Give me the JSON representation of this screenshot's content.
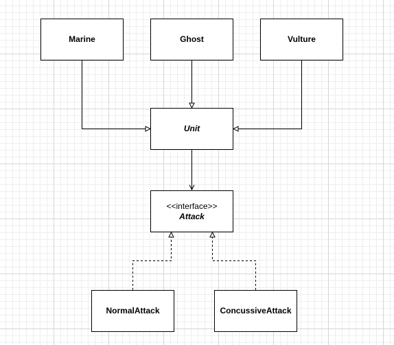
{
  "classes": {
    "marine": "Marine",
    "ghost": "Ghost",
    "vulture": "Vulture",
    "unit": "Unit",
    "attack_stereotype": "<<interface>>",
    "attack": "Attack",
    "normal_attack": "NormalAttack",
    "concussive_attack": "ConcussiveAttack"
  }
}
